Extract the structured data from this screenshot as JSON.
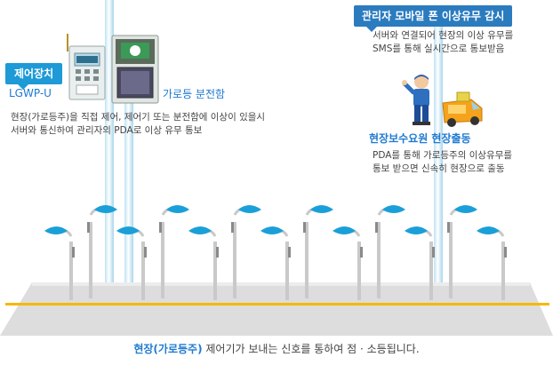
{
  "control_device": {
    "tag": "제어장치",
    "model": "LGWP-U",
    "box_label": "가로등 분전함",
    "description": [
      "현장(가로등주)을 직접 제어, 제어기 또는 분전함에 이상이 있을시",
      "서버와 통신하여 관리자의 PDA로 이상 유무 통보"
    ]
  },
  "manager": {
    "tag": "관리자 모바일 폰 이상유무 감시",
    "description": [
      "서버와 연결되어 현장의 이상 유무를",
      "SMS를 통해 실시간으로 통보받음"
    ]
  },
  "field_staff": {
    "title": "현장보수요원 현장출동",
    "description": [
      "PDA를 통해 가로등주의 이상유무를",
      "통보 받으면 신속히 현장으로 출동"
    ]
  },
  "caption": {
    "highlight": "현장(가로등주)",
    "rest": " 제어기가 보내는 신호를 통하여 점 · 소등됩니다."
  },
  "colors": {
    "accent_blue": "#1f7ad0",
    "tag_blue": "#1e9ad6",
    "road_line": "#f6b800",
    "lamp_head": "#1b9fd8"
  }
}
